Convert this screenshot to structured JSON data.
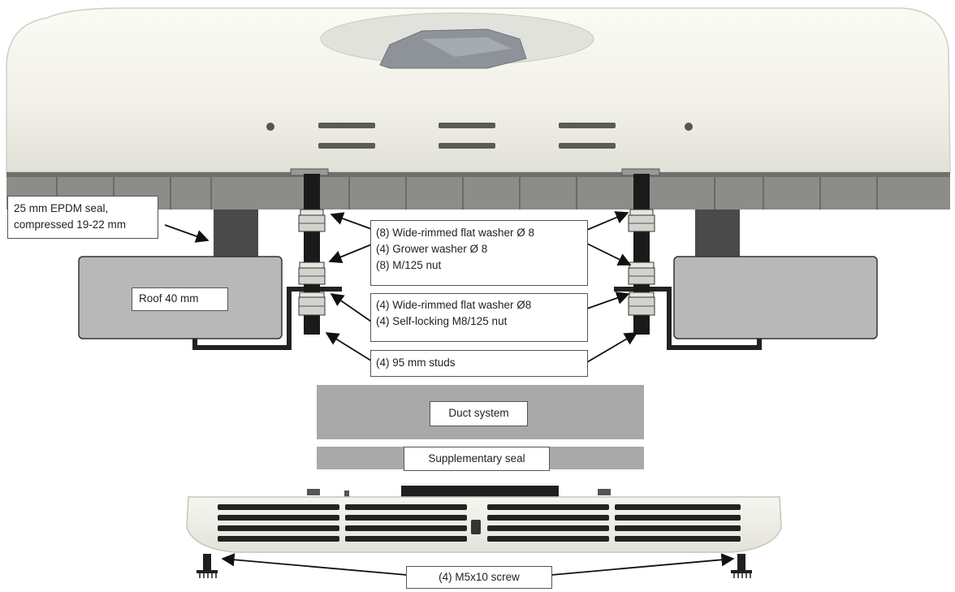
{
  "labels": {
    "epdm_seal": {
      "line1": "25 mm EPDM seal,",
      "line2": "compressed 19-22 mm"
    },
    "roof": "Roof 40 mm",
    "upper_fasteners": {
      "line1": "(8) Wide-rimmed flat washer Ø 8",
      "line2": "(4) Grower washer Ø 8",
      "line3": "(8) M/125 nut"
    },
    "lower_fasteners": {
      "line1": "(4) Wide-rimmed flat washer Ø8",
      "line2": "(4) Self-locking M8/125 nut"
    },
    "studs": "(4) 95 mm studs",
    "duct": "Duct system",
    "supp_seal": "Supplementary seal",
    "screws": "(4) M5x10 screw"
  },
  "colors": {
    "housing": "#f1f0e8",
    "base_frame": "#8c8d89",
    "roof": "#b8b8b8",
    "seal": "#4a4a4a",
    "duct": "#a9a9a9",
    "stud": "#1a1a1a"
  }
}
